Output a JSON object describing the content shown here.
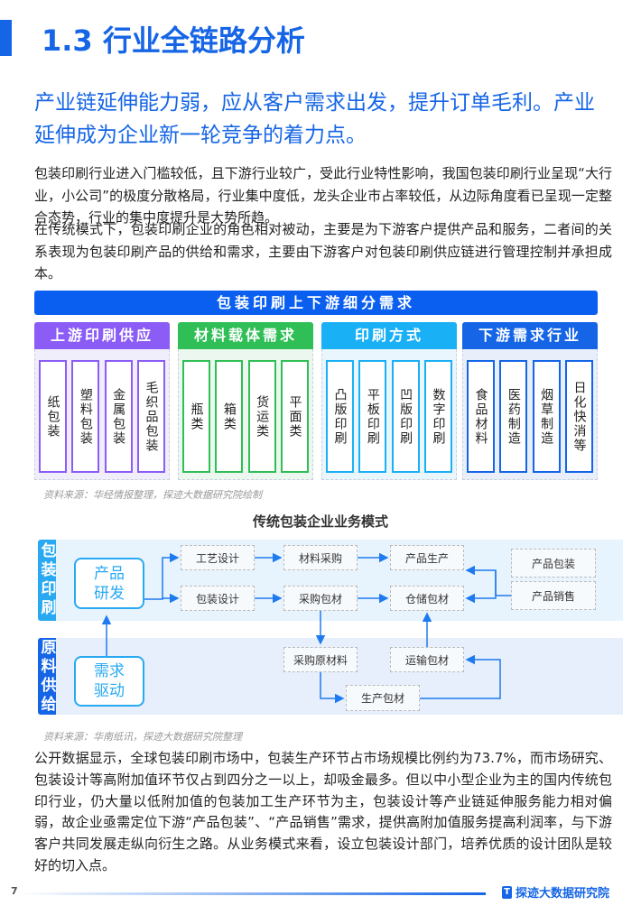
{
  "title": "1.3 行业全链路分析",
  "subtitle": "产业链延伸能力弱，应从客户需求出发，提升订单毛利。产业延伸成为企业新一轮竞争的着力点。",
  "paragraphs": [
    "包装印刷行业进入门槛较低，且下游行业较广，受此行业特性影响，我国包装印刷行业呈现“大行业，小公司”的极度分散格局，行业集中度低，龙头企业市占率较低，从边际角度看已呈现一定整合态势，行业的集中度提升是大势所趋。",
    "在传统模式下，包装印刷企业的角色相对被动，主要是为下游客户提供产品和服务，二者间的关系表现为包装印刷产品的供给和需求，主要由下游客户对包装印刷供应链进行管理控制并承担成本。",
    "公开数据显示，全球包装印刷市场中，包装生产环节占市场规模比例约为73.7%，而市场研究、包装设计等高附加值环节仅占到四分之一以上，却吸金最多。但以中小型企业为主的国内传统包印行业，仍大量以低附加值的包装加工生产环节为主，包装设计等产业链延伸服务能力相对偏弱，故企业亟需定位下游“产品包装”、“产品销售”需求，提供高附加值服务提高利润率，与下游客户共同发展走纵向衍生之路。从业务模式来看，设立包装设计部门，培养优质的设计团队是较好的切入点。"
  ],
  "diagram1": {
    "title": "包装印刷上下游细分需求",
    "columns": [
      {
        "header": "上游印刷供应",
        "color": "#8b5cf6",
        "items": [
          "纸包装",
          "塑料包装",
          "金属包装",
          "毛织品包装"
        ]
      },
      {
        "header": "材料载体需求",
        "color": "#2fbf56",
        "items": [
          "瓶类",
          "箱类",
          "货运类",
          "平面类"
        ]
      },
      {
        "header": "印刷方式",
        "color": "#1ab0f5",
        "items": [
          "凸版印刷",
          "平板印刷",
          "凹版印刷",
          "数字印刷"
        ]
      },
      {
        "header": "下游需求行业",
        "color": "#1565e6",
        "items": [
          "食品材料",
          "医药制造",
          "烟草制造",
          "日化快消等"
        ]
      }
    ],
    "source": "资料来源：华经情报整理，探迹大数据研究院绘制"
  },
  "diagram2": {
    "title": "传统包装企业业务模式",
    "band1_label": "包装印刷",
    "band2_label": "原料供给",
    "drive1": "产品研发",
    "drive2": "需求驱动",
    "nodes": {
      "craft": "工艺设计",
      "material": "材料采购",
      "produce": "产品生产",
      "pkgdesign": "包装设计",
      "buypkg": "采购包材",
      "store": "仓储包材",
      "pkg": "产品包装",
      "sales": "产品销售",
      "raw": "采购原材料",
      "transport": "运输包材",
      "makepkg": "生产包材"
    },
    "source": "资料来源：华南纸讯，探迹大数据研究院整理"
  },
  "footer": {
    "page": "7",
    "brand": "探迹大数据研究院",
    "brand_icon": "T"
  }
}
